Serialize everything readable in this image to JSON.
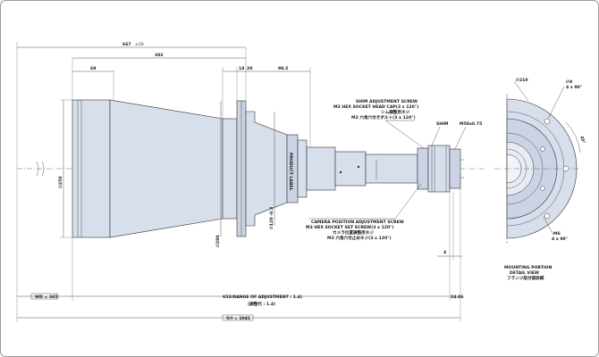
{
  "top_dims": {
    "overall": "667",
    "overall_tol": "±10",
    "d302": "302",
    "d69": "69",
    "d18": "18",
    "d20": "20",
    "d98_5": "98.5"
  },
  "diameters": {
    "d250": "250",
    "d280": "280",
    "d120": "120 -0.3",
    "d210": "210"
  },
  "labels": {
    "product_label": "PRODUCT LABEL",
    "shim_en1": "SHIM ADJUSTMENT SCREW",
    "shim_en2": "M2 HEX SOCKET HEAD CAP(3 x 120°)",
    "shim_jp1": "シム調整用ネジ",
    "shim_jp2": "M2 六角穴付きボルト(3 x 120°)",
    "shim": "SHIM",
    "mount": "M58x0.75",
    "cam_en1": "CAMERA POSITION ADJUSTMENT SCREW",
    "cam_en2": "M3 HEX SOCKET SET SCREW(3 x 120°)",
    "cam_jp1": "カメラ位置調整用ネジ",
    "cam_jp2": "M3 六角穴付止めネジ(3 x 120°)",
    "dim4": "4",
    "d8": "8",
    "d8_count": "4 x 90°",
    "angle45": "45°",
    "m6": "M6",
    "m6_count": "4 x 90°",
    "detail1": "MOUNTING PORTION",
    "detail2": "DETAIL VIEW",
    "detail_jp": "フランジ取付部詳細"
  },
  "bottom_dims": {
    "wd": "WD = 365",
    "range": "652(RANGE OF ADJUSTMENT : 1.4)",
    "range_jp": "(調整代 : 1.4)",
    "d24": "24.06",
    "oi": "O/I = 1041"
  }
}
